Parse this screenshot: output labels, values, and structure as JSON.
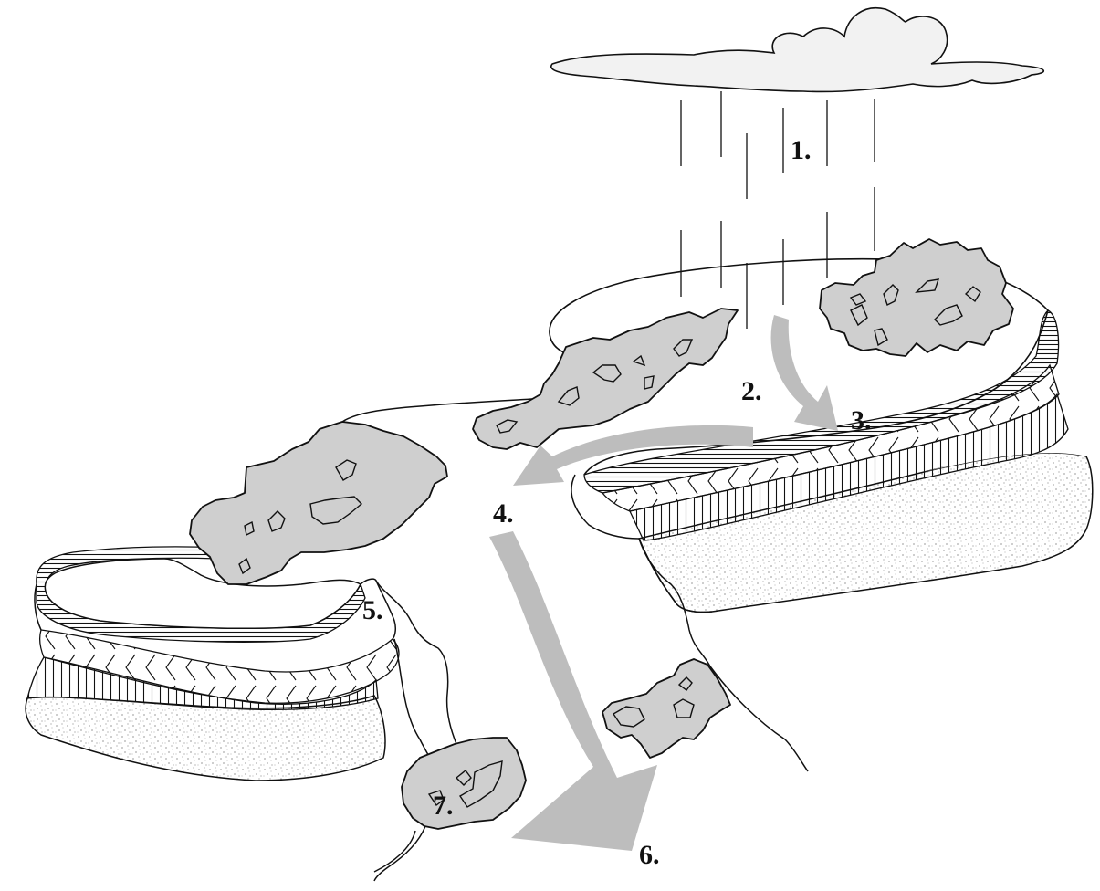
{
  "diagram": {
    "labels": {
      "l1": "1.",
      "l2": "2.",
      "l3": "3.",
      "l4": "4.",
      "l5": "5.",
      "l6": "6.",
      "l7": "7."
    }
  },
  "colors": {
    "line": "#111111",
    "fill_gray": "#cfcfcf",
    "arrow_gray": "#bdbdbd",
    "cloud": "#f2f2f2",
    "background": "#ffffff"
  }
}
